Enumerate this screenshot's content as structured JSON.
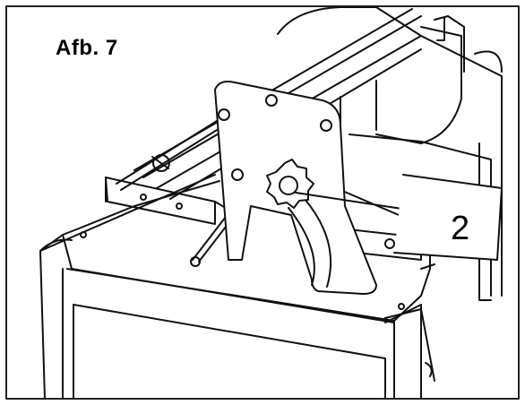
{
  "figure": {
    "title": "Afb. 7",
    "callouts": [
      {
        "label": "2",
        "target": "adjustment-knob"
      }
    ]
  },
  "colors": {
    "line": "#111111",
    "background": "#ffffff"
  }
}
